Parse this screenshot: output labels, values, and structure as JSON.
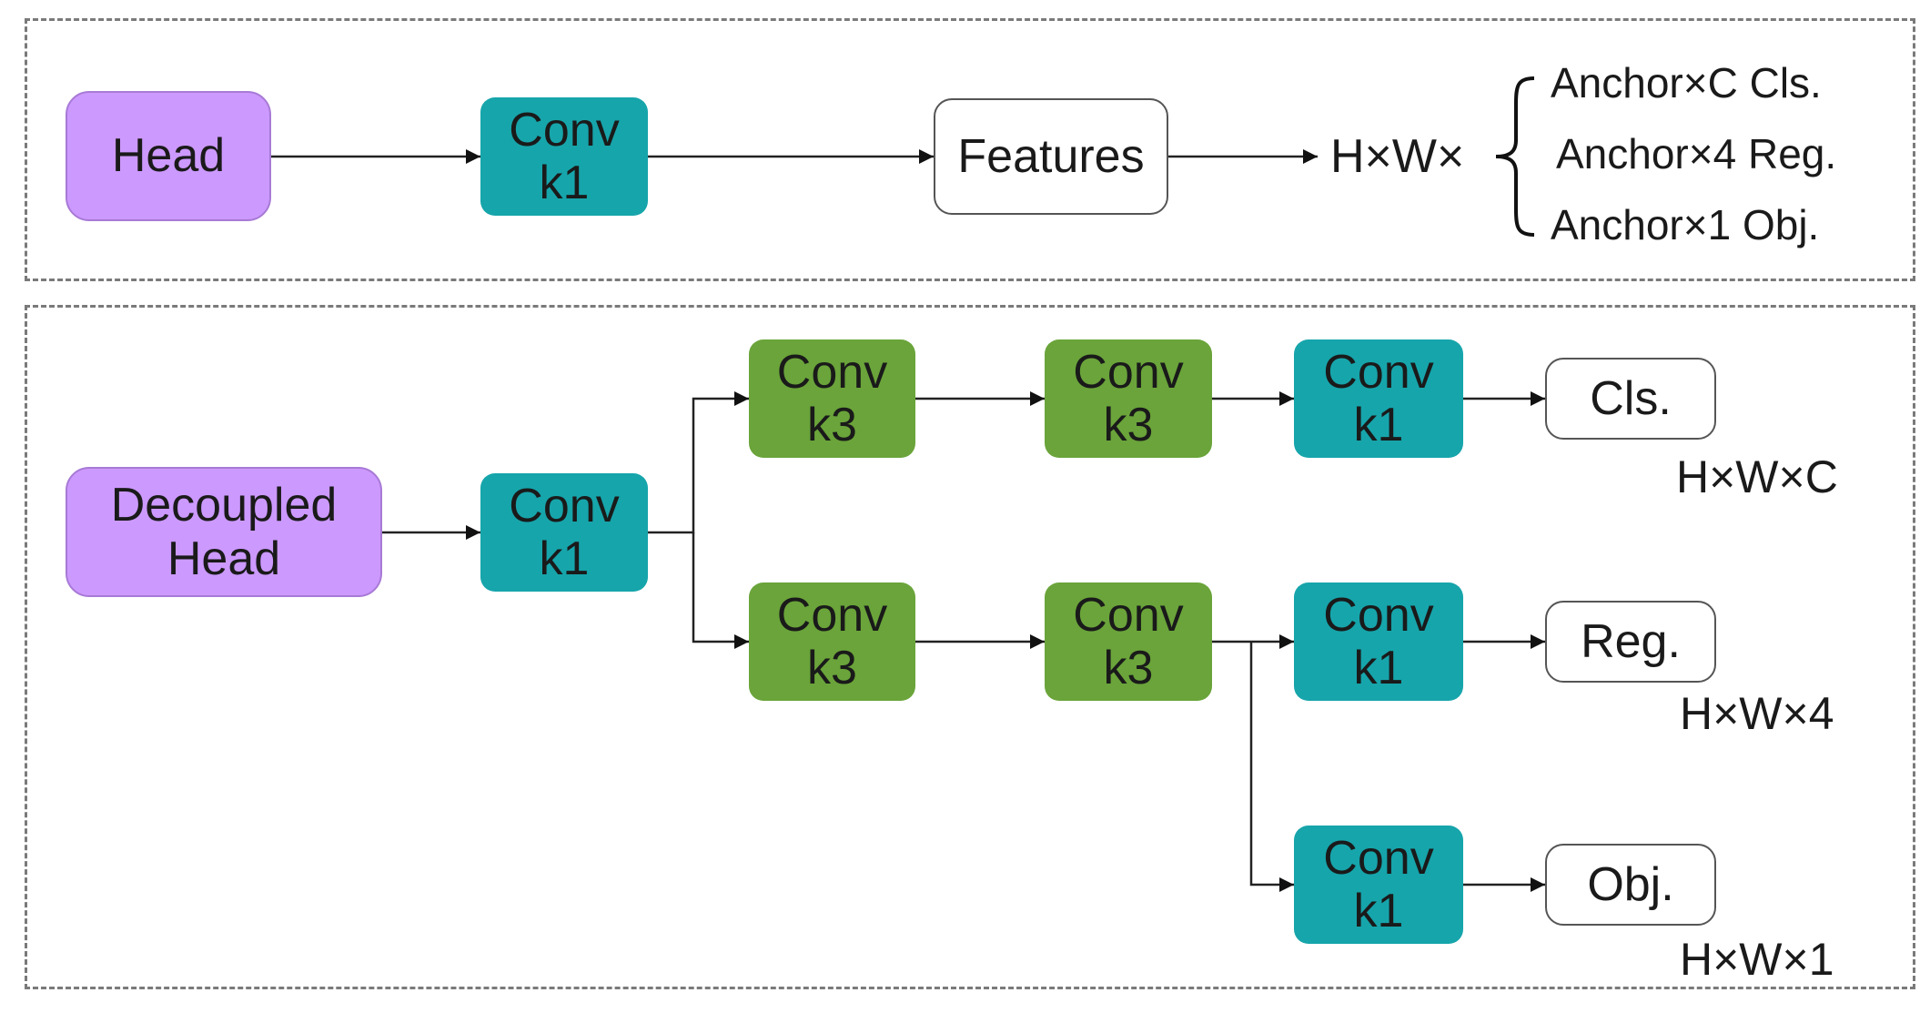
{
  "top": {
    "head": "Head",
    "conv": [
      "Conv",
      "k1"
    ],
    "features": "Features",
    "hw_prefix": "H×W×",
    "outputs": [
      "Anchor×C Cls.",
      "Anchor×4 Reg.",
      "Anchor×1 Obj."
    ]
  },
  "bottom": {
    "head": [
      "Decoupled",
      "Head"
    ],
    "stem": [
      "Conv",
      "k1"
    ],
    "cls_k3a": [
      "Conv",
      "k3"
    ],
    "cls_k3b": [
      "Conv",
      "k3"
    ],
    "cls_k1": [
      "Conv",
      "k1"
    ],
    "reg_k3a": [
      "Conv",
      "k3"
    ],
    "reg_k3b": [
      "Conv",
      "k3"
    ],
    "reg_k1": [
      "Conv",
      "k1"
    ],
    "obj_k1": [
      "Conv",
      "k1"
    ],
    "cls_out": "Cls.",
    "reg_out": "Reg.",
    "obj_out": "Obj.",
    "cls_dim": "H×W×C",
    "reg_dim": "H×W×4",
    "obj_dim": "H×W×1"
  },
  "colors": {
    "head": "#cc99ff",
    "conv_k1": "#16a5ab",
    "conv_k3": "#6aa43a"
  }
}
